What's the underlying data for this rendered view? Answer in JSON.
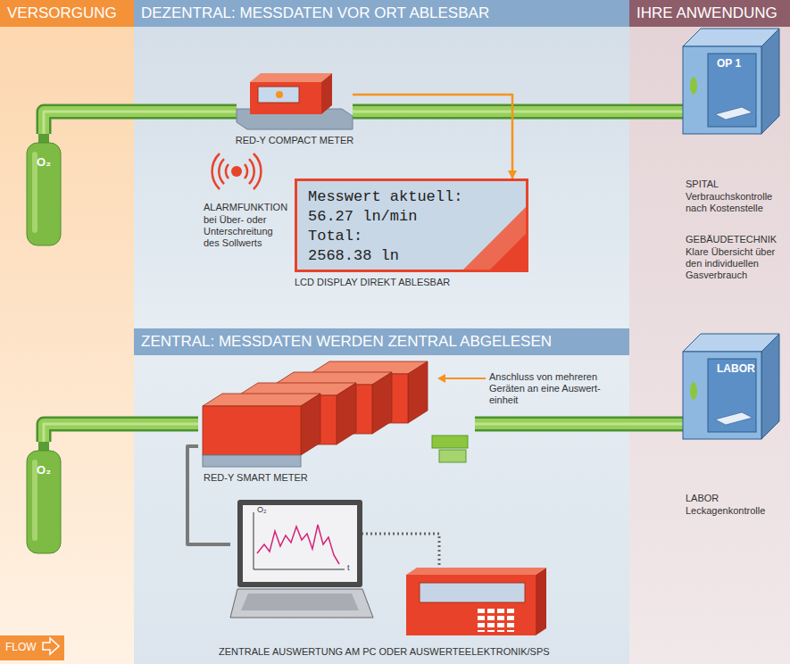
{
  "diagram": {
    "nodes": [
      {
        "text": [
          "VERSORGUNG"
        ]
      },
      {
        "text": [
          "DEZENTRAL: MESSDATEN VOR ORT ABLESBAR"
        ]
      },
      {
        "text": [
          "IHRE ANWENDUNG"
        ]
      },
      {
        "text": [
          "O₂"
        ]
      },
      {
        "text": [
          "RED-Y COMPACT METER"
        ]
      },
      {
        "text": [
          "Messwert aktuell:",
          "56.27 ln/min",
          "Total:",
          "2568.38 ln",
          "LCD DISPLAY DIREKT ABLESBAR"
        ]
      },
      {
        "text": [
          "OP 1"
        ]
      },
      {
        "text": [
          "ZENTRAL: MESSDATEN WERDEN ZENTRAL ABGELESEN"
        ]
      },
      {
        "text": [
          "O₂"
        ]
      },
      {
        "text": [
          "RED-Y SMART METER"
        ]
      },
      {
        "text": [
          "O₂",
          "t"
        ]
      },
      {
        "text": [
          "LABOR"
        ]
      }
    ],
    "edges": [
      {
        "from": 3,
        "to": 4,
        "arrow": "none"
      },
      {
        "from": 4,
        "to": 6,
        "arrow": "none"
      },
      {
        "from": 4,
        "to": 5,
        "arrow": "to"
      },
      {
        "from": 8,
        "to": 9,
        "arrow": "none"
      },
      {
        "from": 9,
        "to": 11,
        "arrow": "none"
      },
      {
        "from": 9,
        "to": 10,
        "arrow": "none"
      }
    ],
    "labels": [
      "ALARMFUNKTION",
      "bei Über- oder Unterschreitung des Sollwerts",
      "SPITAL",
      "Verbrauchskontrolle nach Kostenstelle",
      "GEBÄUDETECHNIK",
      "Klare Übersicht über den individuellen Gasverbrauch",
      "Anschluss von mehreren Geräten an eine Auswert- einheit",
      "LABOR",
      "Leckagenkontrolle",
      "ZENTRALE AUSWERTUNG AM PC ODER AUSWERTEELEKTRONIK/SPS",
      "FLOW"
    ]
  }
}
